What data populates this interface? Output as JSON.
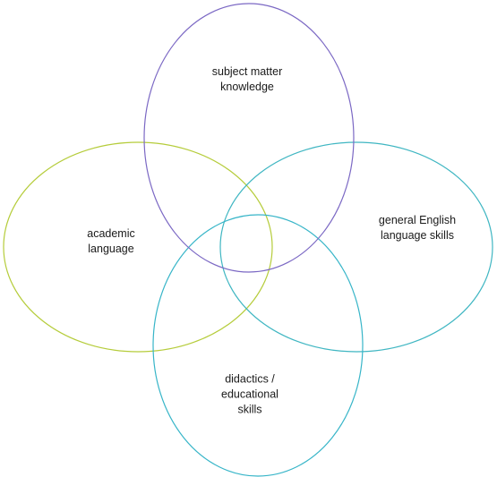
{
  "diagram": {
    "circles": [
      {
        "id": "subject",
        "lines": [
          "subject matter",
          "knowledge"
        ],
        "color": "#7b68c4"
      },
      {
        "id": "academic",
        "lines": [
          "academic",
          "language"
        ],
        "color": "#b5cc3a"
      },
      {
        "id": "english",
        "lines": [
          "general English",
          "language skills"
        ],
        "color": "#3fb6c2"
      },
      {
        "id": "didactics",
        "lines": [
          "didactics /",
          "educational",
          "skills"
        ],
        "color": "#37b5c8"
      }
    ]
  }
}
